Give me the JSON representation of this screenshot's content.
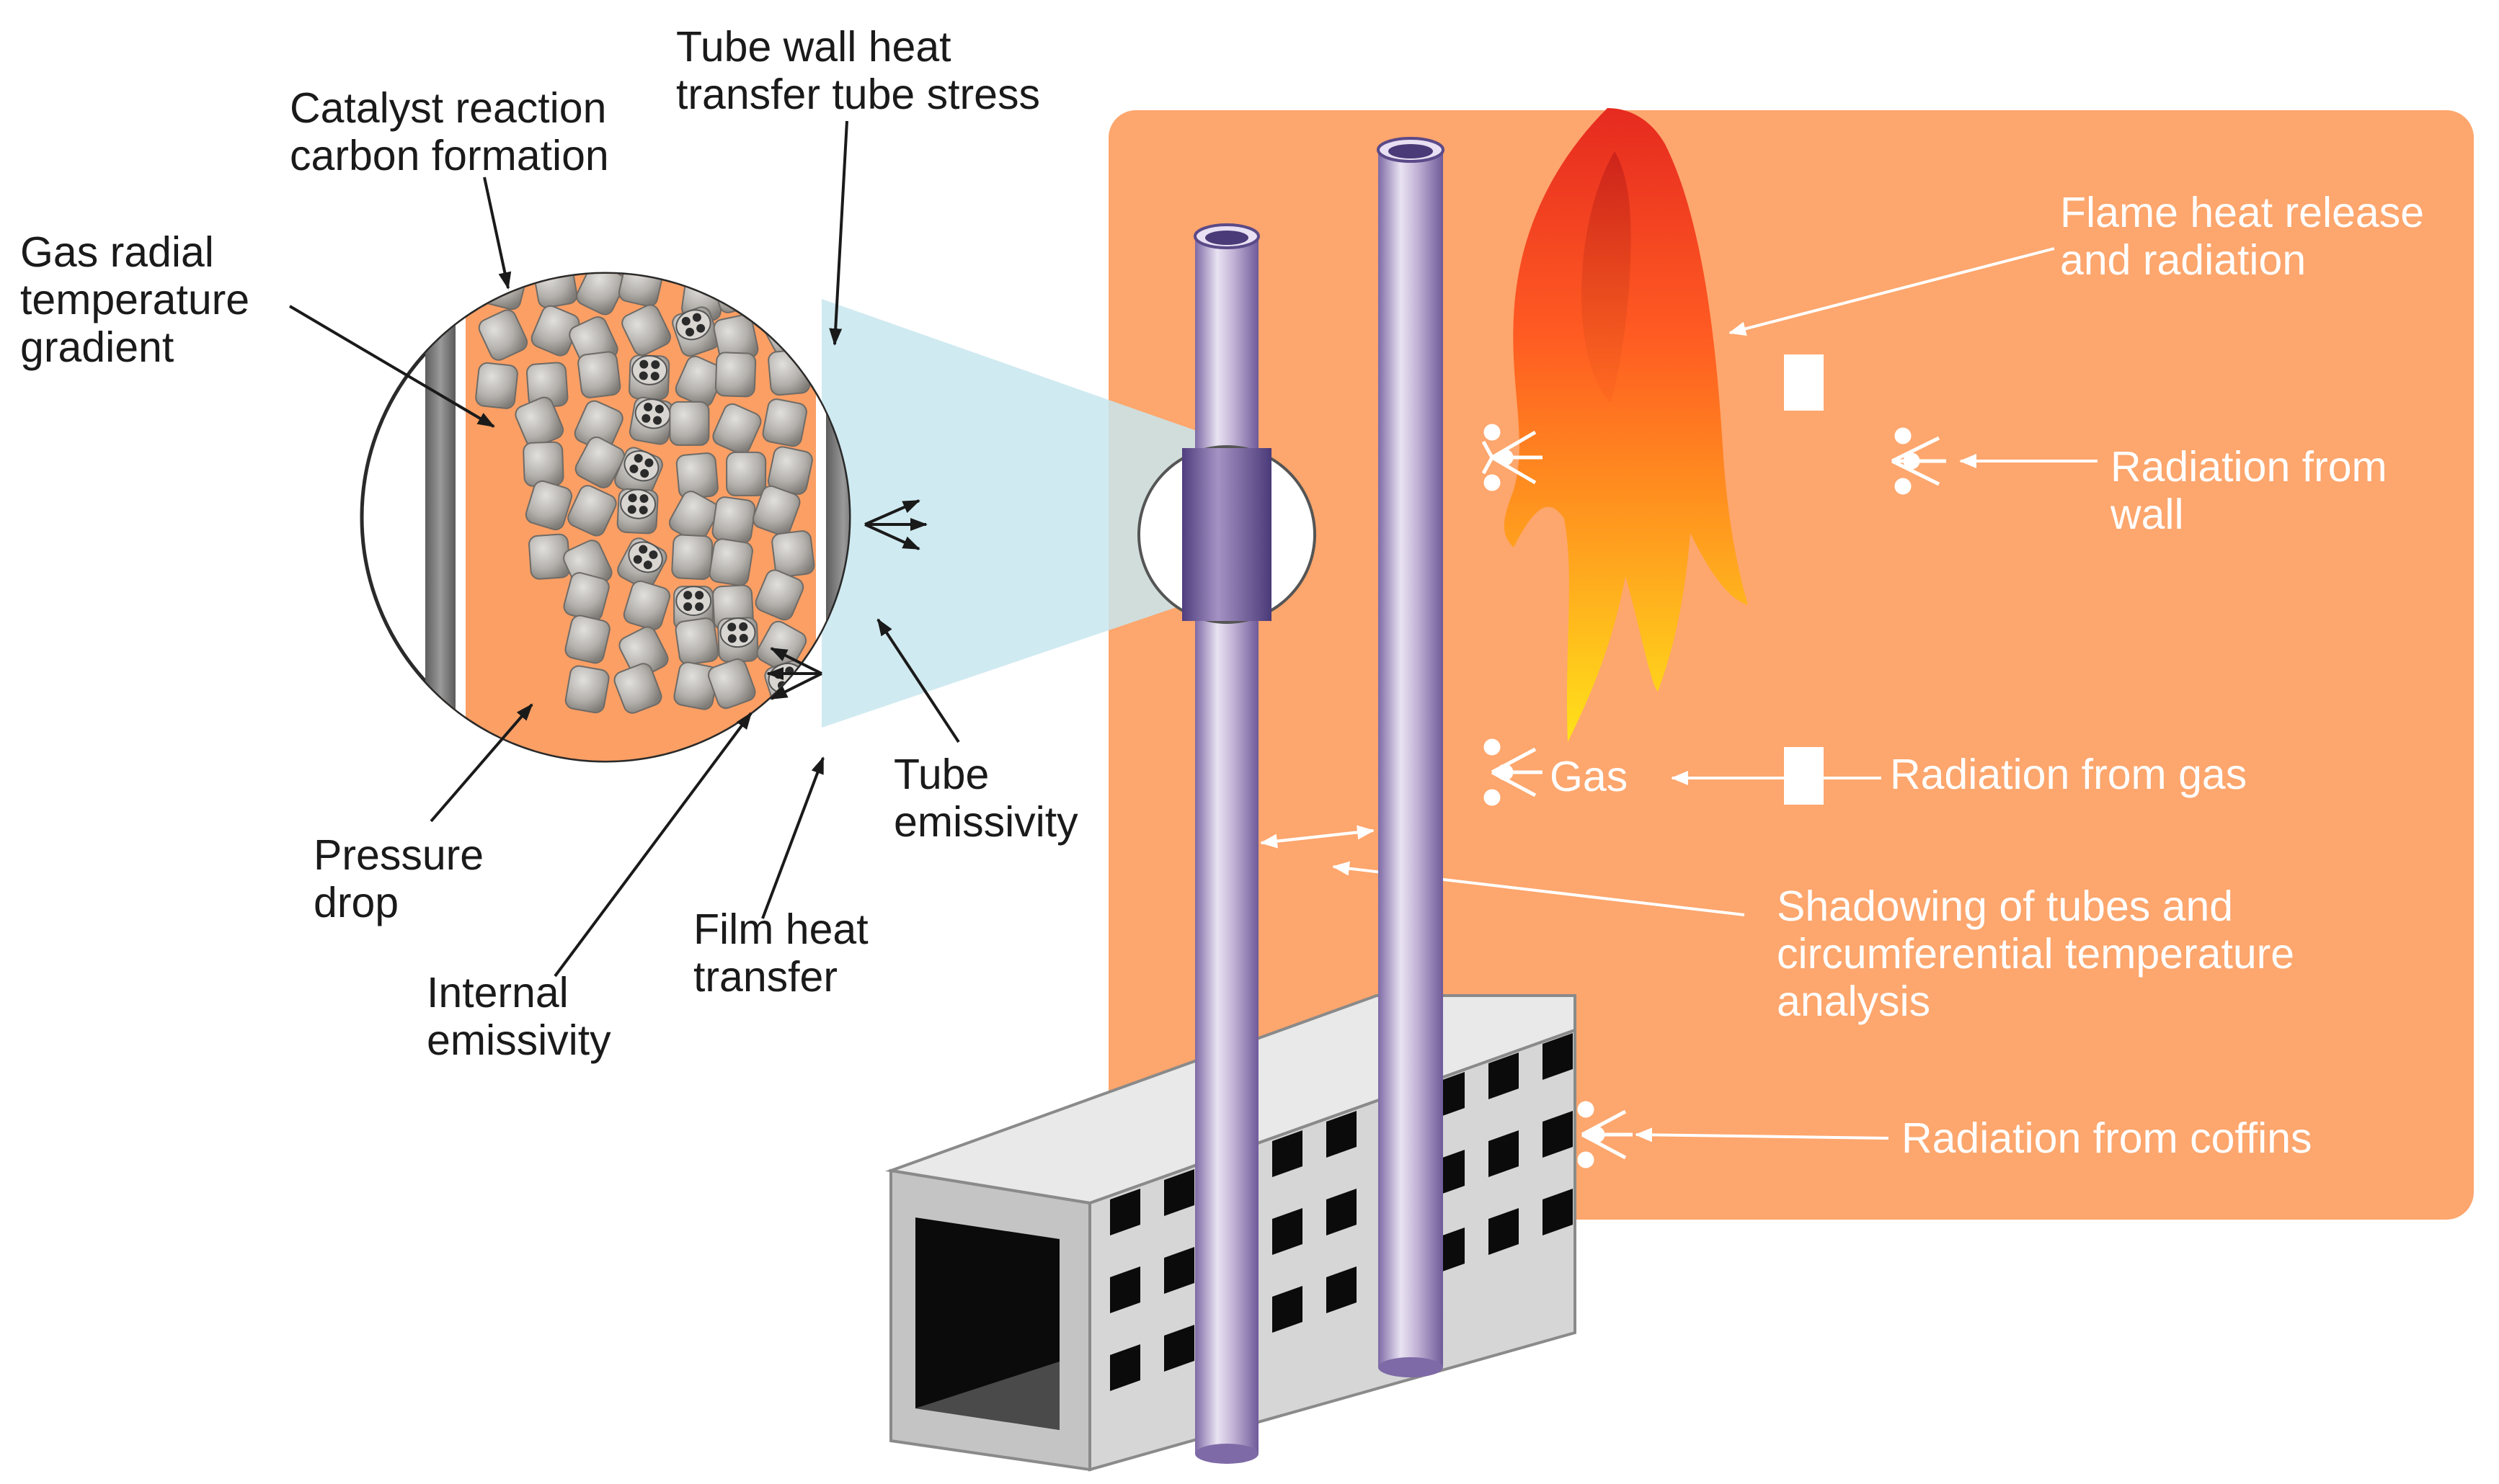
{
  "colors": {
    "panel": "#fda66d",
    "zoom_fill": "#fb9f64",
    "pellet": "#b7b4b0",
    "tube_body": "#c6b8d8",
    "tube_dark": "#6f5a99",
    "flame_outer": "#ffd11a",
    "flame_mid": "#ff7a1a",
    "flame_inner": "#e8321e",
    "wall_marker": "#ffffff",
    "beam": "#c8e6ee",
    "text_dark": "#1a1a1a",
    "text_light": "#ffffff"
  },
  "labels": {
    "catalyst": [
      "Catalyst reaction",
      "carbon formation"
    ],
    "tube_wall": [
      "Tube wall heat",
      "transfer tube stress"
    ],
    "gas_radial": [
      "Gas radial",
      "temperature",
      "gradient"
    ],
    "pressure_drop": [
      "Pressure",
      "drop"
    ],
    "internal_emissivity": [
      "Internal",
      "emissivity"
    ],
    "film_heat": [
      "Film heat",
      "transfer"
    ],
    "tube_emissivity": [
      "Tube",
      "emissivity"
    ],
    "flame": [
      "Flame heat release",
      "and radiation"
    ],
    "radiation_wall": [
      "Radiation from",
      "wall"
    ],
    "gas": "Gas",
    "radiation_gas": "Radiation from gas",
    "shadowing": [
      "Shadowing of tubes and",
      "circumferential temperature",
      "analysis"
    ],
    "radiation_coffins": "Radiation from coffins"
  },
  "icons": {
    "emitter": "radiation-emitter-icon",
    "arrow": "arrowhead-icon"
  }
}
